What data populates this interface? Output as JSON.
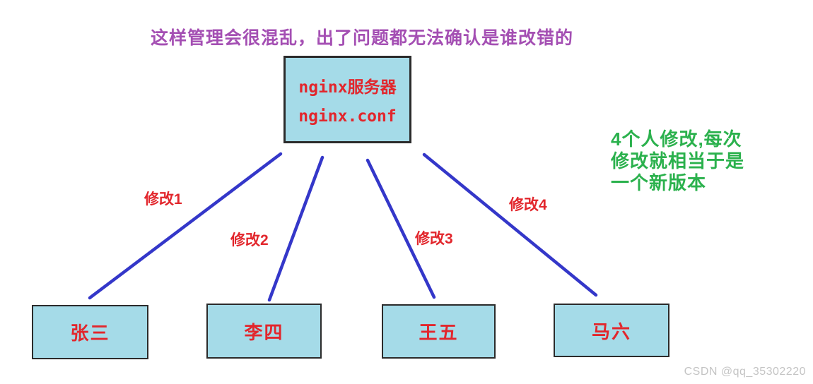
{
  "title": "这样管理会很混乱，出了问题都无法确认是谁改错的",
  "server": {
    "name": "nginx服务器",
    "file": "nginx.conf"
  },
  "people": [
    {
      "name": "张三",
      "edge_label": "修改1"
    },
    {
      "name": "李四",
      "edge_label": "修改2"
    },
    {
      "name": "王五",
      "edge_label": "修改3"
    },
    {
      "name": "马六",
      "edge_label": "修改4"
    }
  ],
  "note_lines": [
    "4个人修改,每次",
    "修改就相当于是",
    "一个新版本"
  ],
  "watermark": "CSDN @qq_35302220",
  "colors": {
    "title_purple": "#a44fb3",
    "text_red": "#e2262c",
    "edge_blue": "#3437c9",
    "note_green": "#2bb14d",
    "box_fill": "#a5dbe8",
    "box_border": "#2b2b2b",
    "watermark_gray": "#c4c4c4"
  }
}
